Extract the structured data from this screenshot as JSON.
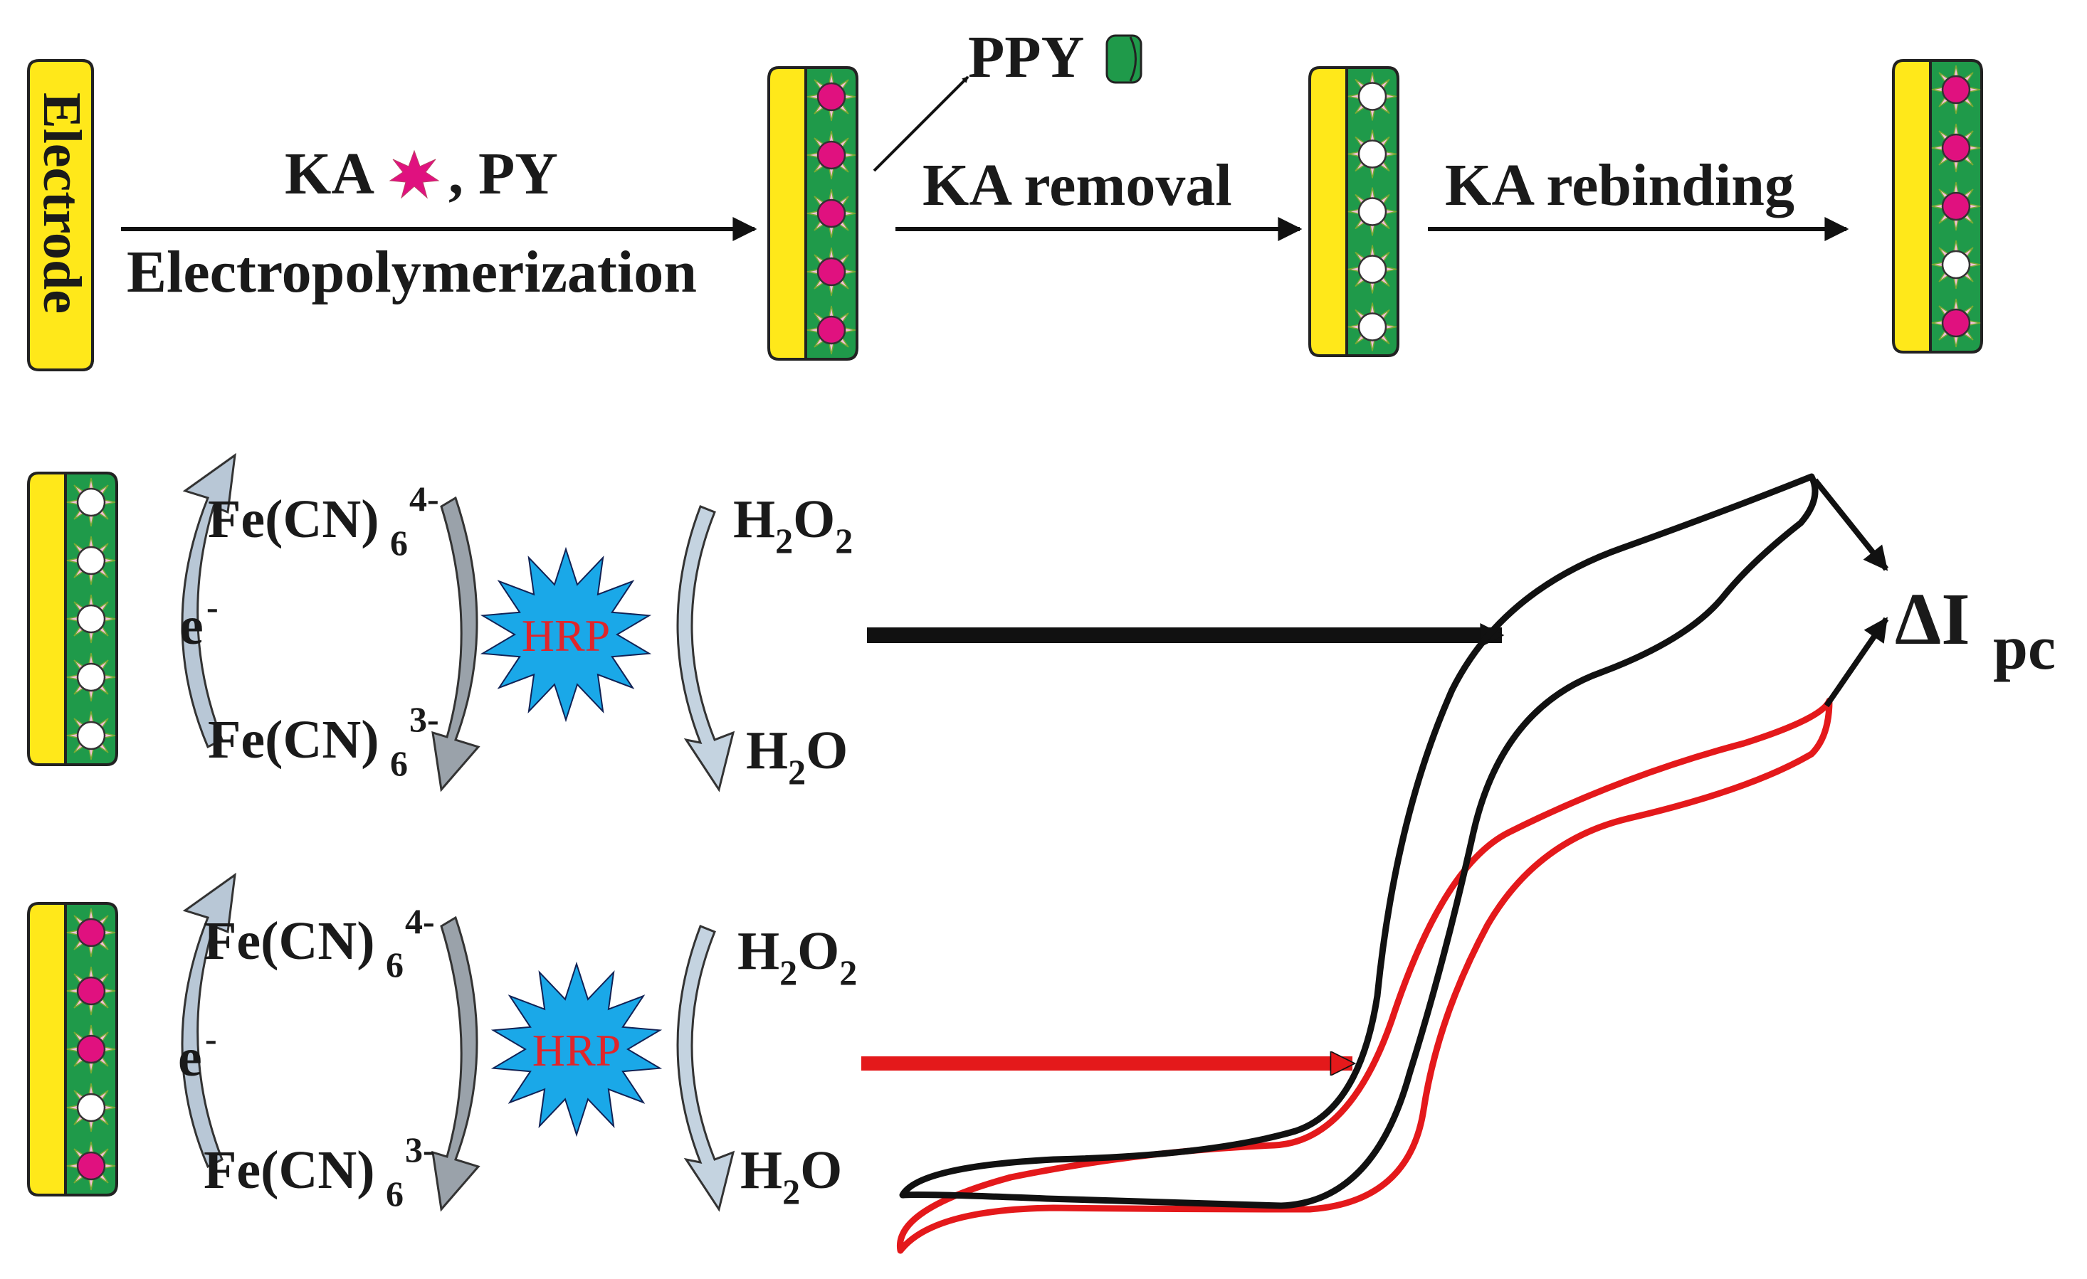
{
  "top_row": {
    "electrode_label": "Electrode",
    "step1_top": "KA",
    "step1_top_suffix": ", PY",
    "step1_bottom": "Electropolymerization",
    "ppy_label": "PPY",
    "step2": "KA removal",
    "step3": "KA rebinding"
  },
  "middle_row": {
    "ferro": "Fe(CN)",
    "ferro_sub": "6",
    "ferro_sup": "4-",
    "ferri": "Fe(CN)",
    "ferri_sub": "6",
    "ferri_sup": "3-",
    "electron": "e",
    "electron_sup": "-",
    "enzyme": "HRP",
    "peroxide_a": "H",
    "peroxide_b": "O",
    "peroxide_sub": "2",
    "water_a": "H",
    "water_b": "O",
    "water_sub": "2"
  },
  "bottom_row": {
    "ferro": "Fe(CN)",
    "ferro_sub": "6",
    "ferro_sup": "4-",
    "ferri": "Fe(CN)",
    "ferri_sub": "6",
    "ferri_sup": "3-",
    "electron": "e",
    "electron_sup": "-",
    "enzyme": "HRP",
    "peroxide_a": "H",
    "peroxide_b": "O",
    "peroxide_sub": "2",
    "water_a": "H",
    "water_b": "O",
    "water_sub": "2"
  },
  "result": {
    "delta": "ΔI",
    "sub": "pc"
  },
  "colors": {
    "electrode": "#ffe81a",
    "polymer": "#1f9a4a",
    "template": "#e0117f",
    "cavity": "#ffffff",
    "hrp_burst": "#1aa8e8",
    "hrp_text": "#e0252a",
    "curve_removed": "#111111",
    "curve_rebound": "#e4191b"
  }
}
